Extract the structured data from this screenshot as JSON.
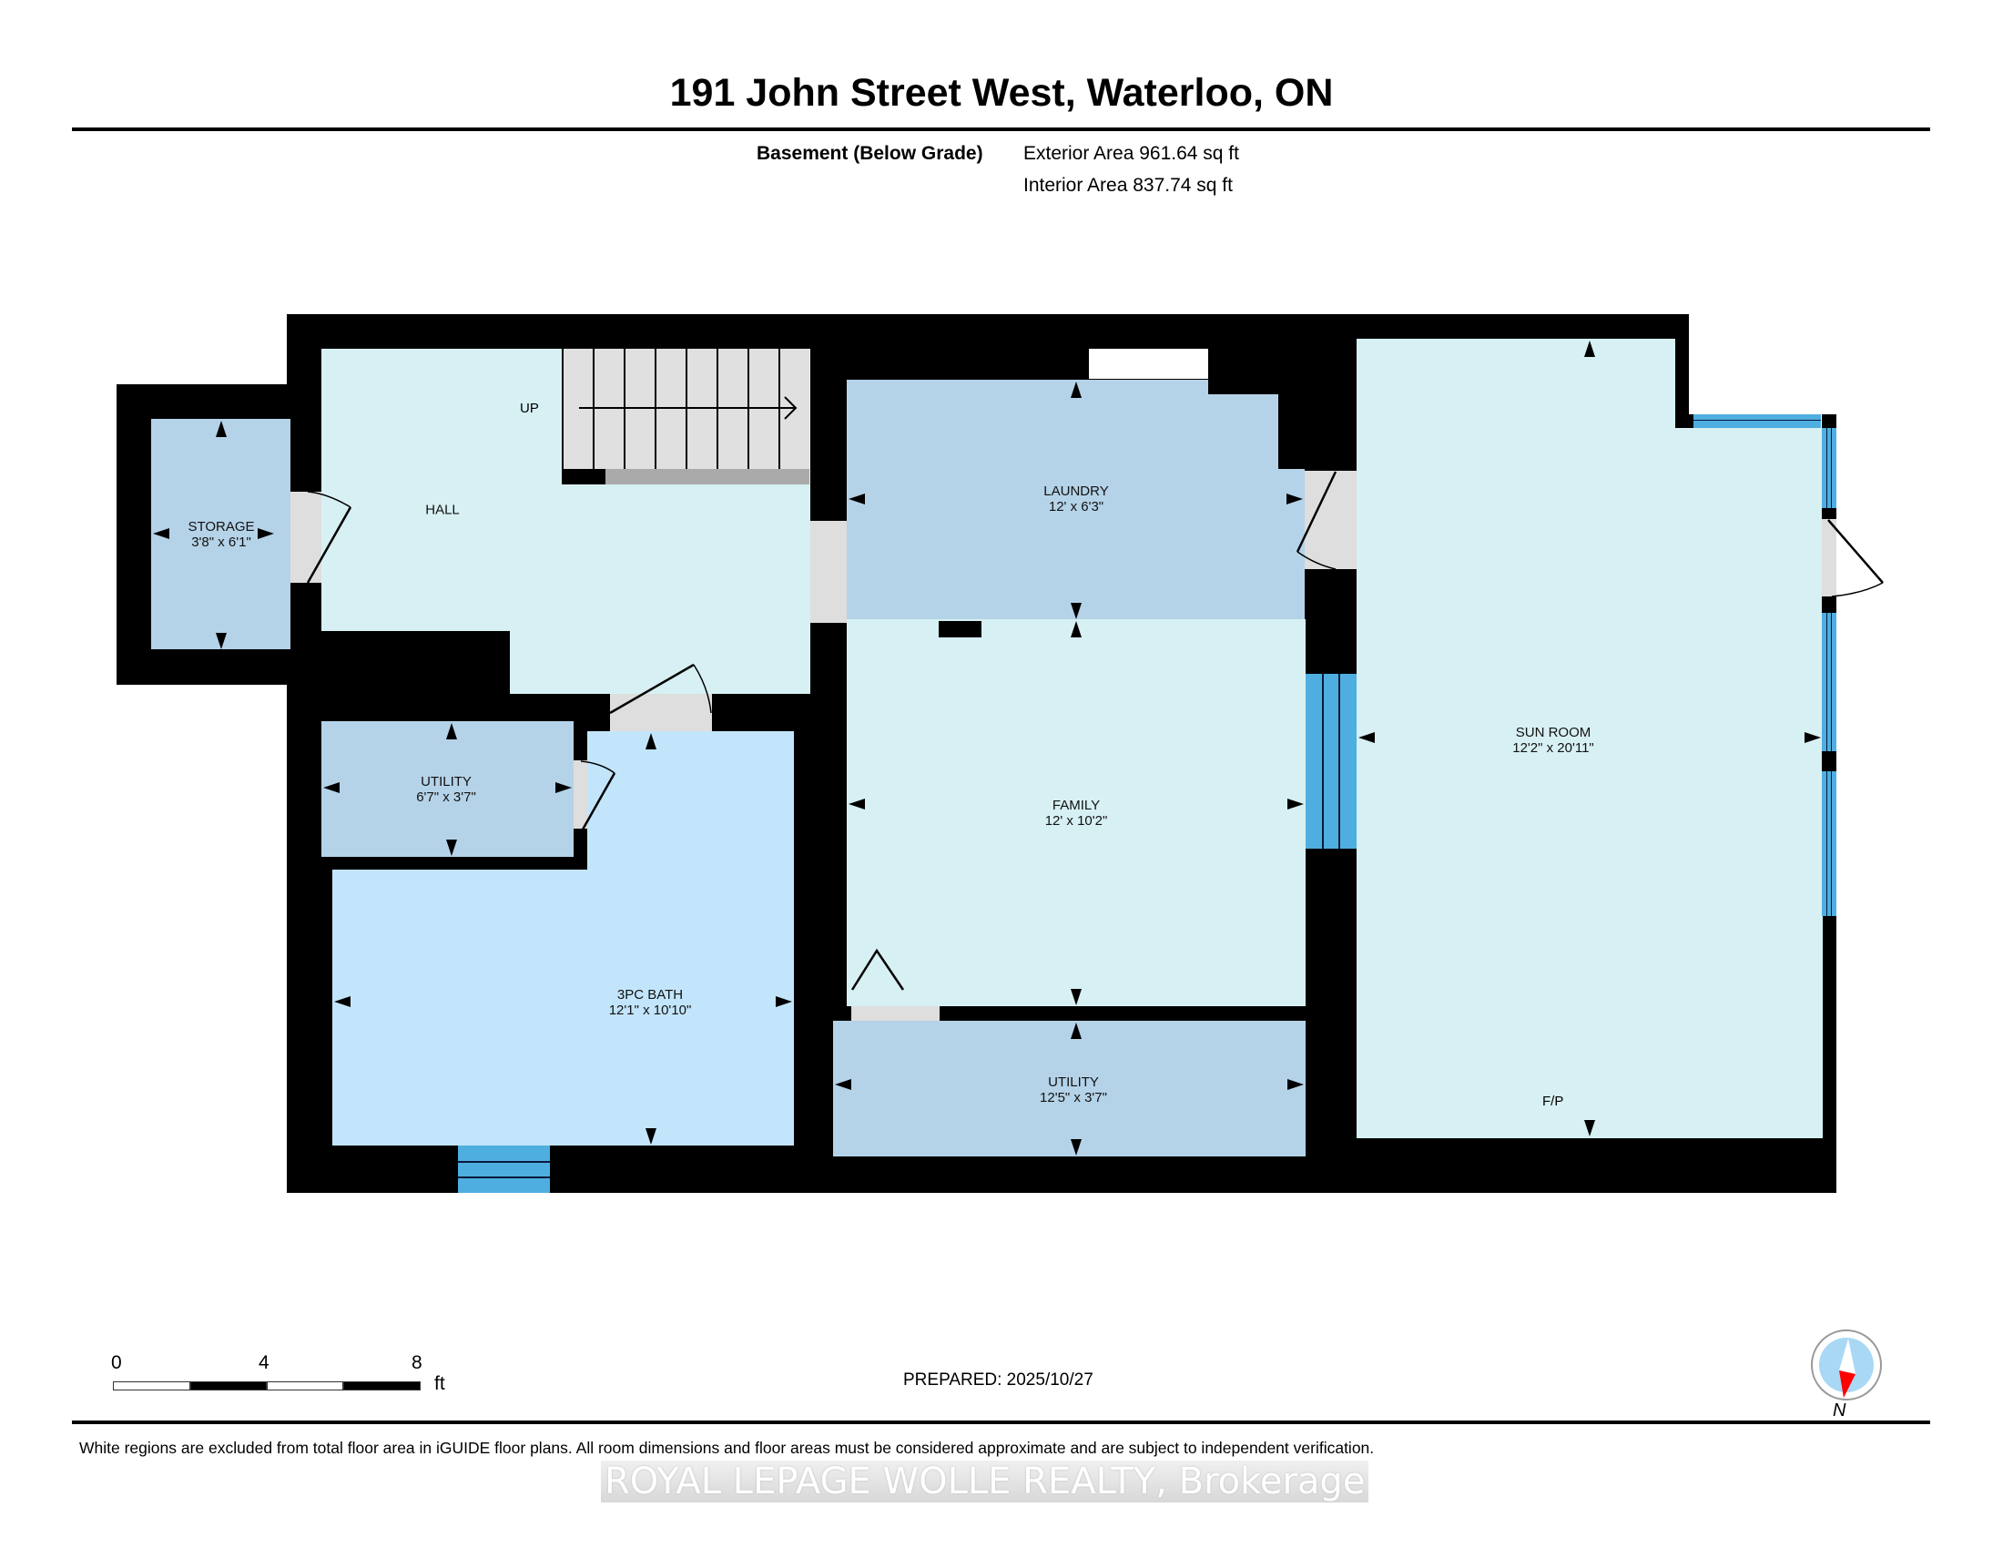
{
  "header": {
    "title": "191 John Street West, Waterloo, ON",
    "level_label": "Basement (Below Grade)",
    "exterior_area": "Exterior Area 961.64 sq ft",
    "interior_area": "Interior Area 837.74 sq ft"
  },
  "colors": {
    "wall": "#000000",
    "room_light": "#d7f0f3",
    "room_mid": "#b5d3e8",
    "room_bath": "#c2e5fb",
    "doorway": "#dedede",
    "window": "#4faee0",
    "compass_fill": "#a9d8f5",
    "compass_needle_south": "#ff0000"
  },
  "rooms": [
    {
      "id": "storage",
      "name": "STORAGE",
      "dims": "3'8\" x 6'1\""
    },
    {
      "id": "hall",
      "name": "HALL",
      "dims": ""
    },
    {
      "id": "laundry",
      "name": "LAUNDRY",
      "dims": "12' x 6'3\""
    },
    {
      "id": "family",
      "name": "FAMILY",
      "dims": "12' x 10'2\""
    },
    {
      "id": "utility1",
      "name": "UTILITY",
      "dims": "6'7\" x 3'7\""
    },
    {
      "id": "bath",
      "name": "3PC BATH",
      "dims": "12'1\" x 10'10\""
    },
    {
      "id": "utility2",
      "name": "UTILITY",
      "dims": "12'5\" x 3'7\""
    },
    {
      "id": "sunroom",
      "name": "SUN ROOM",
      "dims": "12'2\" x 20'11\""
    }
  ],
  "annotations": {
    "stairs": "UP",
    "fireplace": "F/P"
  },
  "scale_bar": {
    "ticks": [
      "0",
      "4",
      "8"
    ],
    "unit": "ft"
  },
  "compass": {
    "label": "N"
  },
  "footer": {
    "prepared": "PREPARED: 2025/10/27",
    "disclaimer": "White regions are excluded from total floor area in iGUIDE floor plans. All room dimensions and floor areas must be considered approximate and are subject to independent verification.",
    "watermark": "ROYAL LEPAGE WOLLE REALTY, Brokerage"
  }
}
